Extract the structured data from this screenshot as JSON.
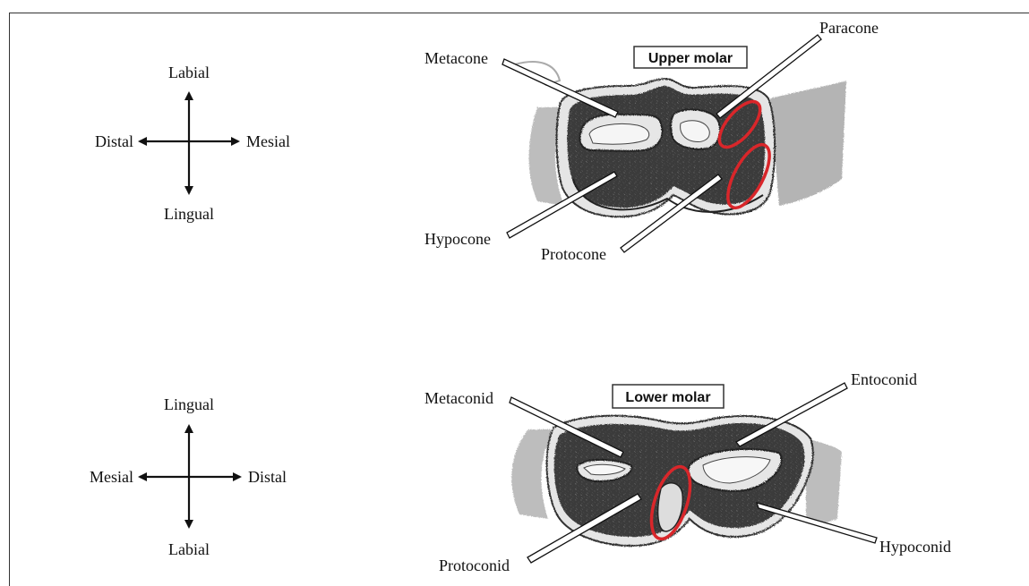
{
  "upper": {
    "title": "Upper molar",
    "directions": {
      "top": "Labial",
      "bottom": "Lingual",
      "left": "Distal",
      "right": "Mesial"
    },
    "labels": {
      "metacone": "Metacone",
      "paracone": "Paracone",
      "hypocone": "Hypocone",
      "protocone": "Protocone"
    }
  },
  "lower": {
    "title": "Lower molar",
    "directions": {
      "top": "Lingual",
      "bottom": "Labial",
      "left": "Mesial",
      "right": "Distal"
    },
    "labels": {
      "metaconid": "Metaconid",
      "entoconid": "Entoconid",
      "protoconid": "Protoconid",
      "hypoconid": "Hypoconid"
    }
  },
  "colors": {
    "highlight": "#d9262a",
    "tooth": "#333333",
    "ink": "#111111"
  }
}
